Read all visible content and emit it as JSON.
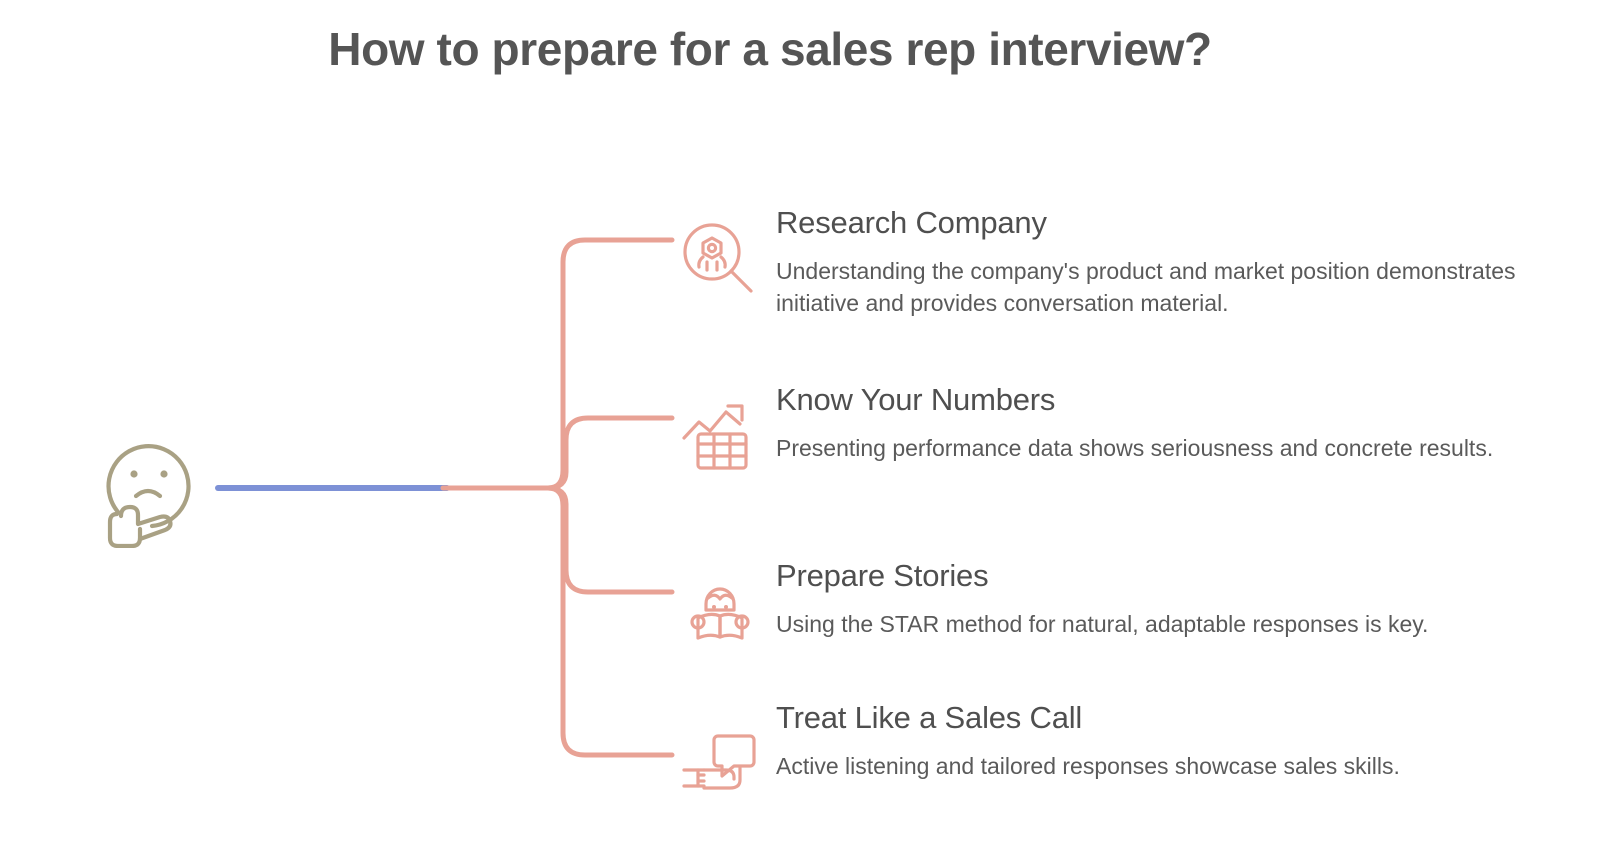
{
  "title": "How to prepare for a sales rep interview?",
  "colors": {
    "title_text": "#555555",
    "heading_text": "#4f4f4f",
    "body_text": "#5a5a5a",
    "connector_salmon": "#E8A295",
    "trunk_blue": "#7D91D6",
    "root_icon_olive": "#A9A184",
    "background": "#ffffff"
  },
  "root": {
    "icon": "thinking-face-icon",
    "label": "Thinking face"
  },
  "branches": [
    {
      "icon": "magnifier-person-icon",
      "heading": "Research Company",
      "body": "Understanding the company's product and market position demonstrates initiative and provides conversation material."
    },
    {
      "icon": "growth-chart-table-icon",
      "heading": "Know Your Numbers",
      "body": "Presenting performance data shows seriousness and concrete results."
    },
    {
      "icon": "person-reading-book-icon",
      "heading": "Prepare Stories",
      "body": "Using the STAR method for natural, adaptable responses is key."
    },
    {
      "icon": "hand-speech-bubble-icon",
      "heading": "Treat Like a Sales Call",
      "body": "Active listening and tailored responses showcase sales skills."
    }
  ]
}
